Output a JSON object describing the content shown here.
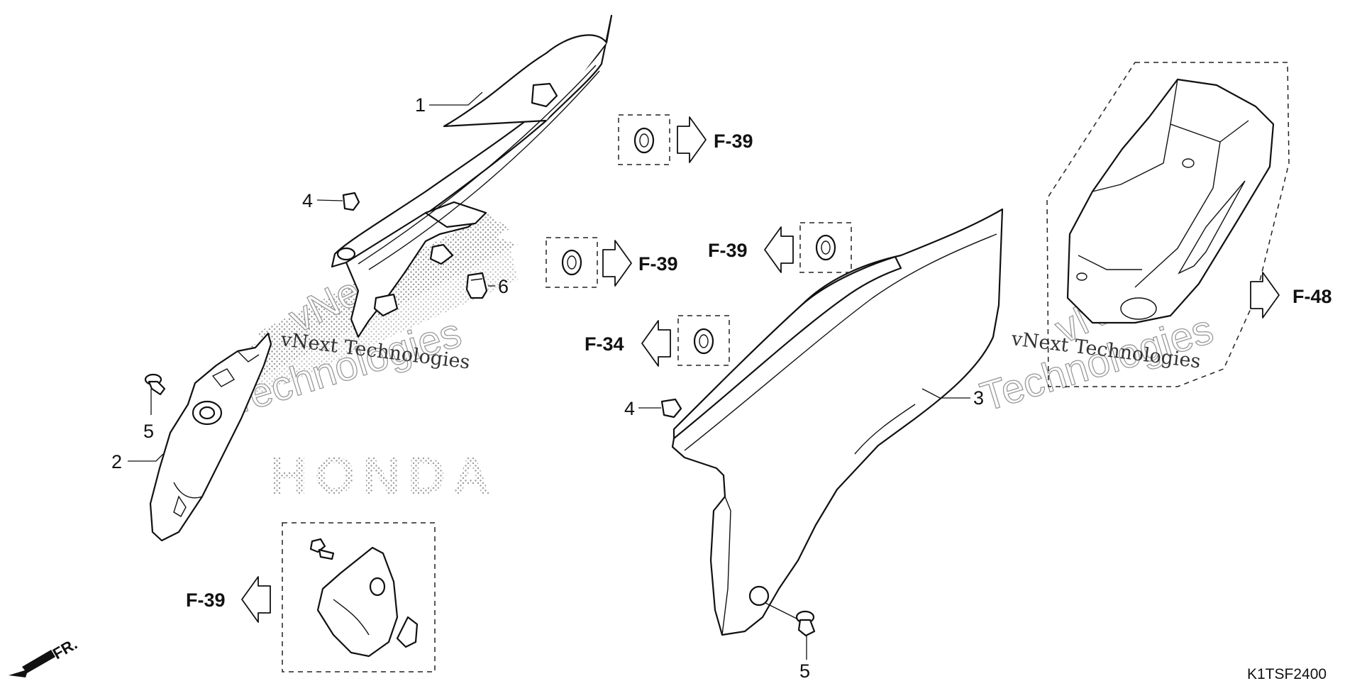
{
  "callouts": {
    "part_1": "1",
    "part_2": "2",
    "part_3": "3",
    "part_4a": "4",
    "part_4b": "4",
    "part_5a": "5",
    "part_5b": "5",
    "part_6": "6"
  },
  "references": {
    "ref_a": "F-39",
    "ref_b": "F-39",
    "ref_c": "F-39",
    "ref_d": "F-34",
    "ref_e": "F-48",
    "ref_f": "F-39"
  },
  "front_indicator": "FR.",
  "diagram_code": "K1TSF2400",
  "watermark": {
    "line1": "vNext Technologies",
    "line2": "vNext",
    "line3": "Technologies",
    "brand": "HONDA"
  }
}
